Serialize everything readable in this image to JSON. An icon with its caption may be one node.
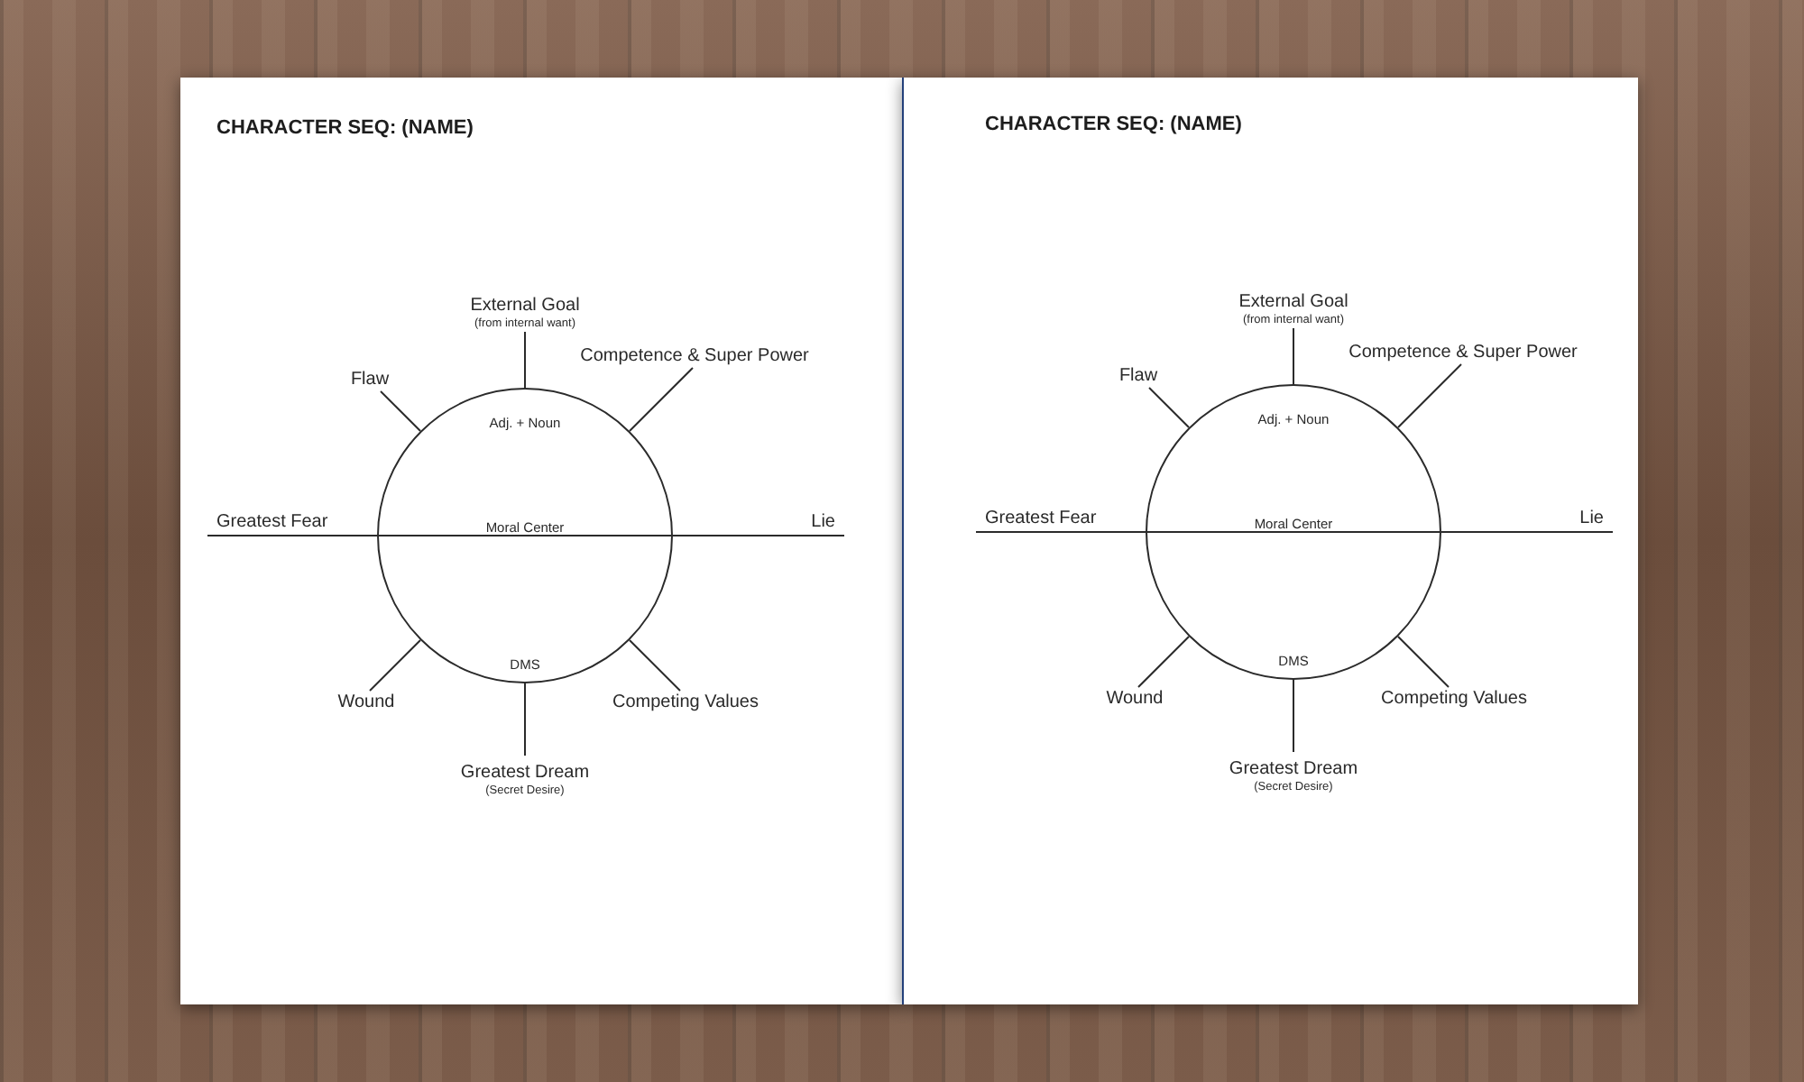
{
  "diagram": {
    "nodes": [
      {
        "text": [
          "CHARACTER SEQ: (NAME)"
        ]
      },
      {
        "text": [
          "Adj. + Noun",
          "Moral Center",
          "DMS"
        ],
        "in": 0
      },
      {
        "text": [
          "External Goal",
          "(from internal want)"
        ],
        "in": 0
      },
      {
        "text": [
          "Competence & Super Power"
        ],
        "in": 0
      },
      {
        "text": [
          "Flaw"
        ],
        "in": 0
      },
      {
        "text": [
          "Greatest Fear"
        ],
        "in": 0
      },
      {
        "text": [
          "Lie"
        ],
        "in": 0
      },
      {
        "text": [
          "Wound"
        ],
        "in": 0
      },
      {
        "text": [
          "Competing Values"
        ],
        "in": 0
      },
      {
        "text": [
          "Greatest Dream",
          "(Secret Desire)"
        ],
        "in": 0
      },
      {
        "text": [
          "CHARACTER SEQ: (NAME)"
        ]
      },
      {
        "text": [
          "Adj. + Noun",
          "Moral Center",
          "DMS"
        ],
        "in": 10
      },
      {
        "text": [
          "External Goal",
          "(from internal want)"
        ],
        "in": 10
      },
      {
        "text": [
          "Competence & Super Power"
        ],
        "in": 10
      },
      {
        "text": [
          "Flaw"
        ],
        "in": 10
      },
      {
        "text": [
          "Greatest Fear"
        ],
        "in": 10
      },
      {
        "text": [
          "Lie"
        ],
        "in": 10
      },
      {
        "text": [
          "Wound"
        ],
        "in": 10
      },
      {
        "text": [
          "Competing Values"
        ],
        "in": 10
      },
      {
        "text": [
          "Greatest Dream",
          "(Secret Desire)"
        ],
        "in": 10
      }
    ],
    "edges": [
      {
        "from": 2,
        "to": 1,
        "arrow": "none"
      },
      {
        "from": 3,
        "to": 1,
        "arrow": "none"
      },
      {
        "from": 4,
        "to": 1,
        "arrow": "none"
      },
      {
        "from": 5,
        "to": 1,
        "arrow": "none"
      },
      {
        "from": 6,
        "to": 1,
        "arrow": "none"
      },
      {
        "from": 7,
        "to": 1,
        "arrow": "none"
      },
      {
        "from": 8,
        "to": 1,
        "arrow": "none"
      },
      {
        "from": 9,
        "to": 1,
        "arrow": "none"
      },
      {
        "from": 12,
        "to": 11,
        "arrow": "none"
      },
      {
        "from": 13,
        "to": 11,
        "arrow": "none"
      },
      {
        "from": 14,
        "to": 11,
        "arrow": "none"
      },
      {
        "from": 15,
        "to": 11,
        "arrow": "none"
      },
      {
        "from": 16,
        "to": 11,
        "arrow": "none"
      },
      {
        "from": 17,
        "to": 11,
        "arrow": "none"
      },
      {
        "from": 18,
        "to": 11,
        "arrow": "none"
      },
      {
        "from": 19,
        "to": 11,
        "arrow": "none"
      }
    ]
  }
}
